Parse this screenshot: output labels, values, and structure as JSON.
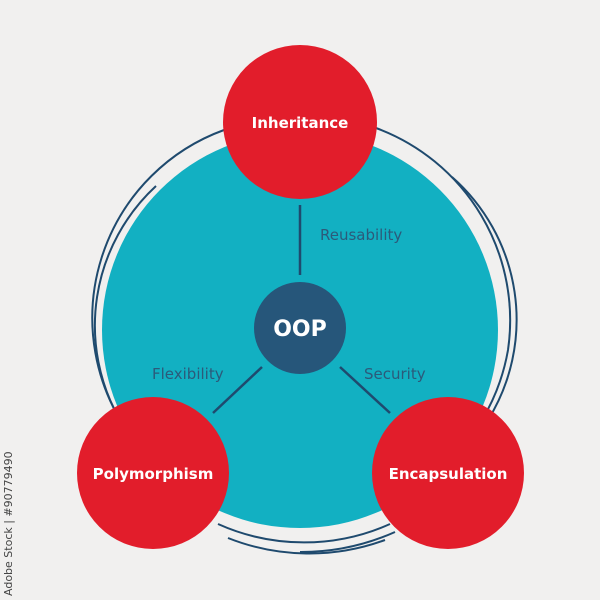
{
  "diagram": {
    "center": {
      "label": "OOP"
    },
    "nodes": [
      {
        "label": "Inheritance"
      },
      {
        "label": "Polymorphism"
      },
      {
        "label": "Encapsulation"
      }
    ],
    "edges": [
      {
        "label": "Reusability"
      },
      {
        "label": "Flexibility"
      },
      {
        "label": "Security"
      }
    ],
    "colors": {
      "background": "#f1f0ef",
      "main_circle": "#12b0c2",
      "node": "#e21d2b",
      "center": "#26567a",
      "lines": "#1f4a6e"
    }
  },
  "credit": "Adobe Stock | #90779490"
}
